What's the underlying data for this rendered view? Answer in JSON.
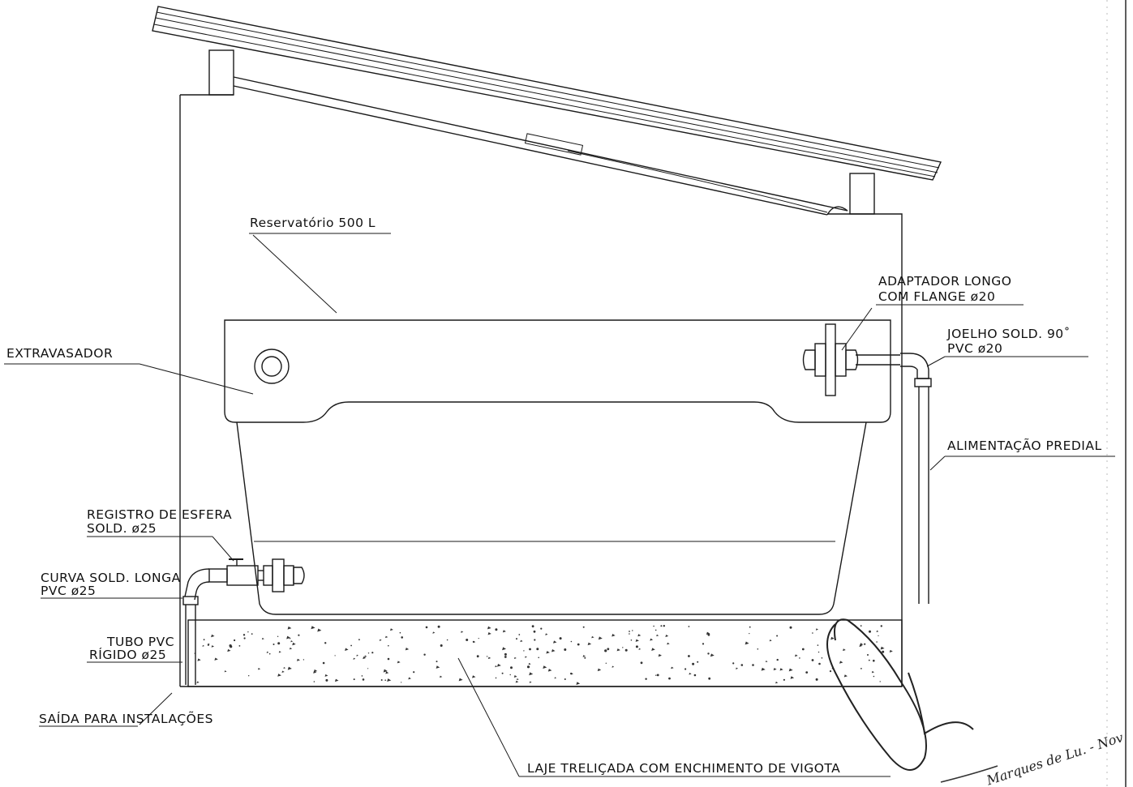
{
  "labels": {
    "reservatorio": "Reservatório 500 L",
    "extravasador": "EXTRAVASADOR",
    "adaptador_line1": "ADAPTADOR LONGO",
    "adaptador_line2": "COM FLANGE ø20",
    "joelho_line1": "JOELHO SOLD. 90˚",
    "joelho_line2": "PVC ø20",
    "alimentacao": "ALIMENTAÇÃO PREDIAL",
    "registro_line1": "REGISTRO DE ESFERA",
    "registro_line2": "SOLD. ø25",
    "curva_line1": "CURVA SOLD. LONGA",
    "curva_line2": "PVC ø25",
    "tubo_line1": "TUBO PVC",
    "tubo_line2": "RÍGIDO ø25",
    "saida": "SAÍDA PARA INSTALAÇÕES",
    "laje": "LAJE TRELIÇADA COM ENCHIMENTO DE VIGOTA"
  },
  "signature_text": "Marques de Lu. - Nov"
}
